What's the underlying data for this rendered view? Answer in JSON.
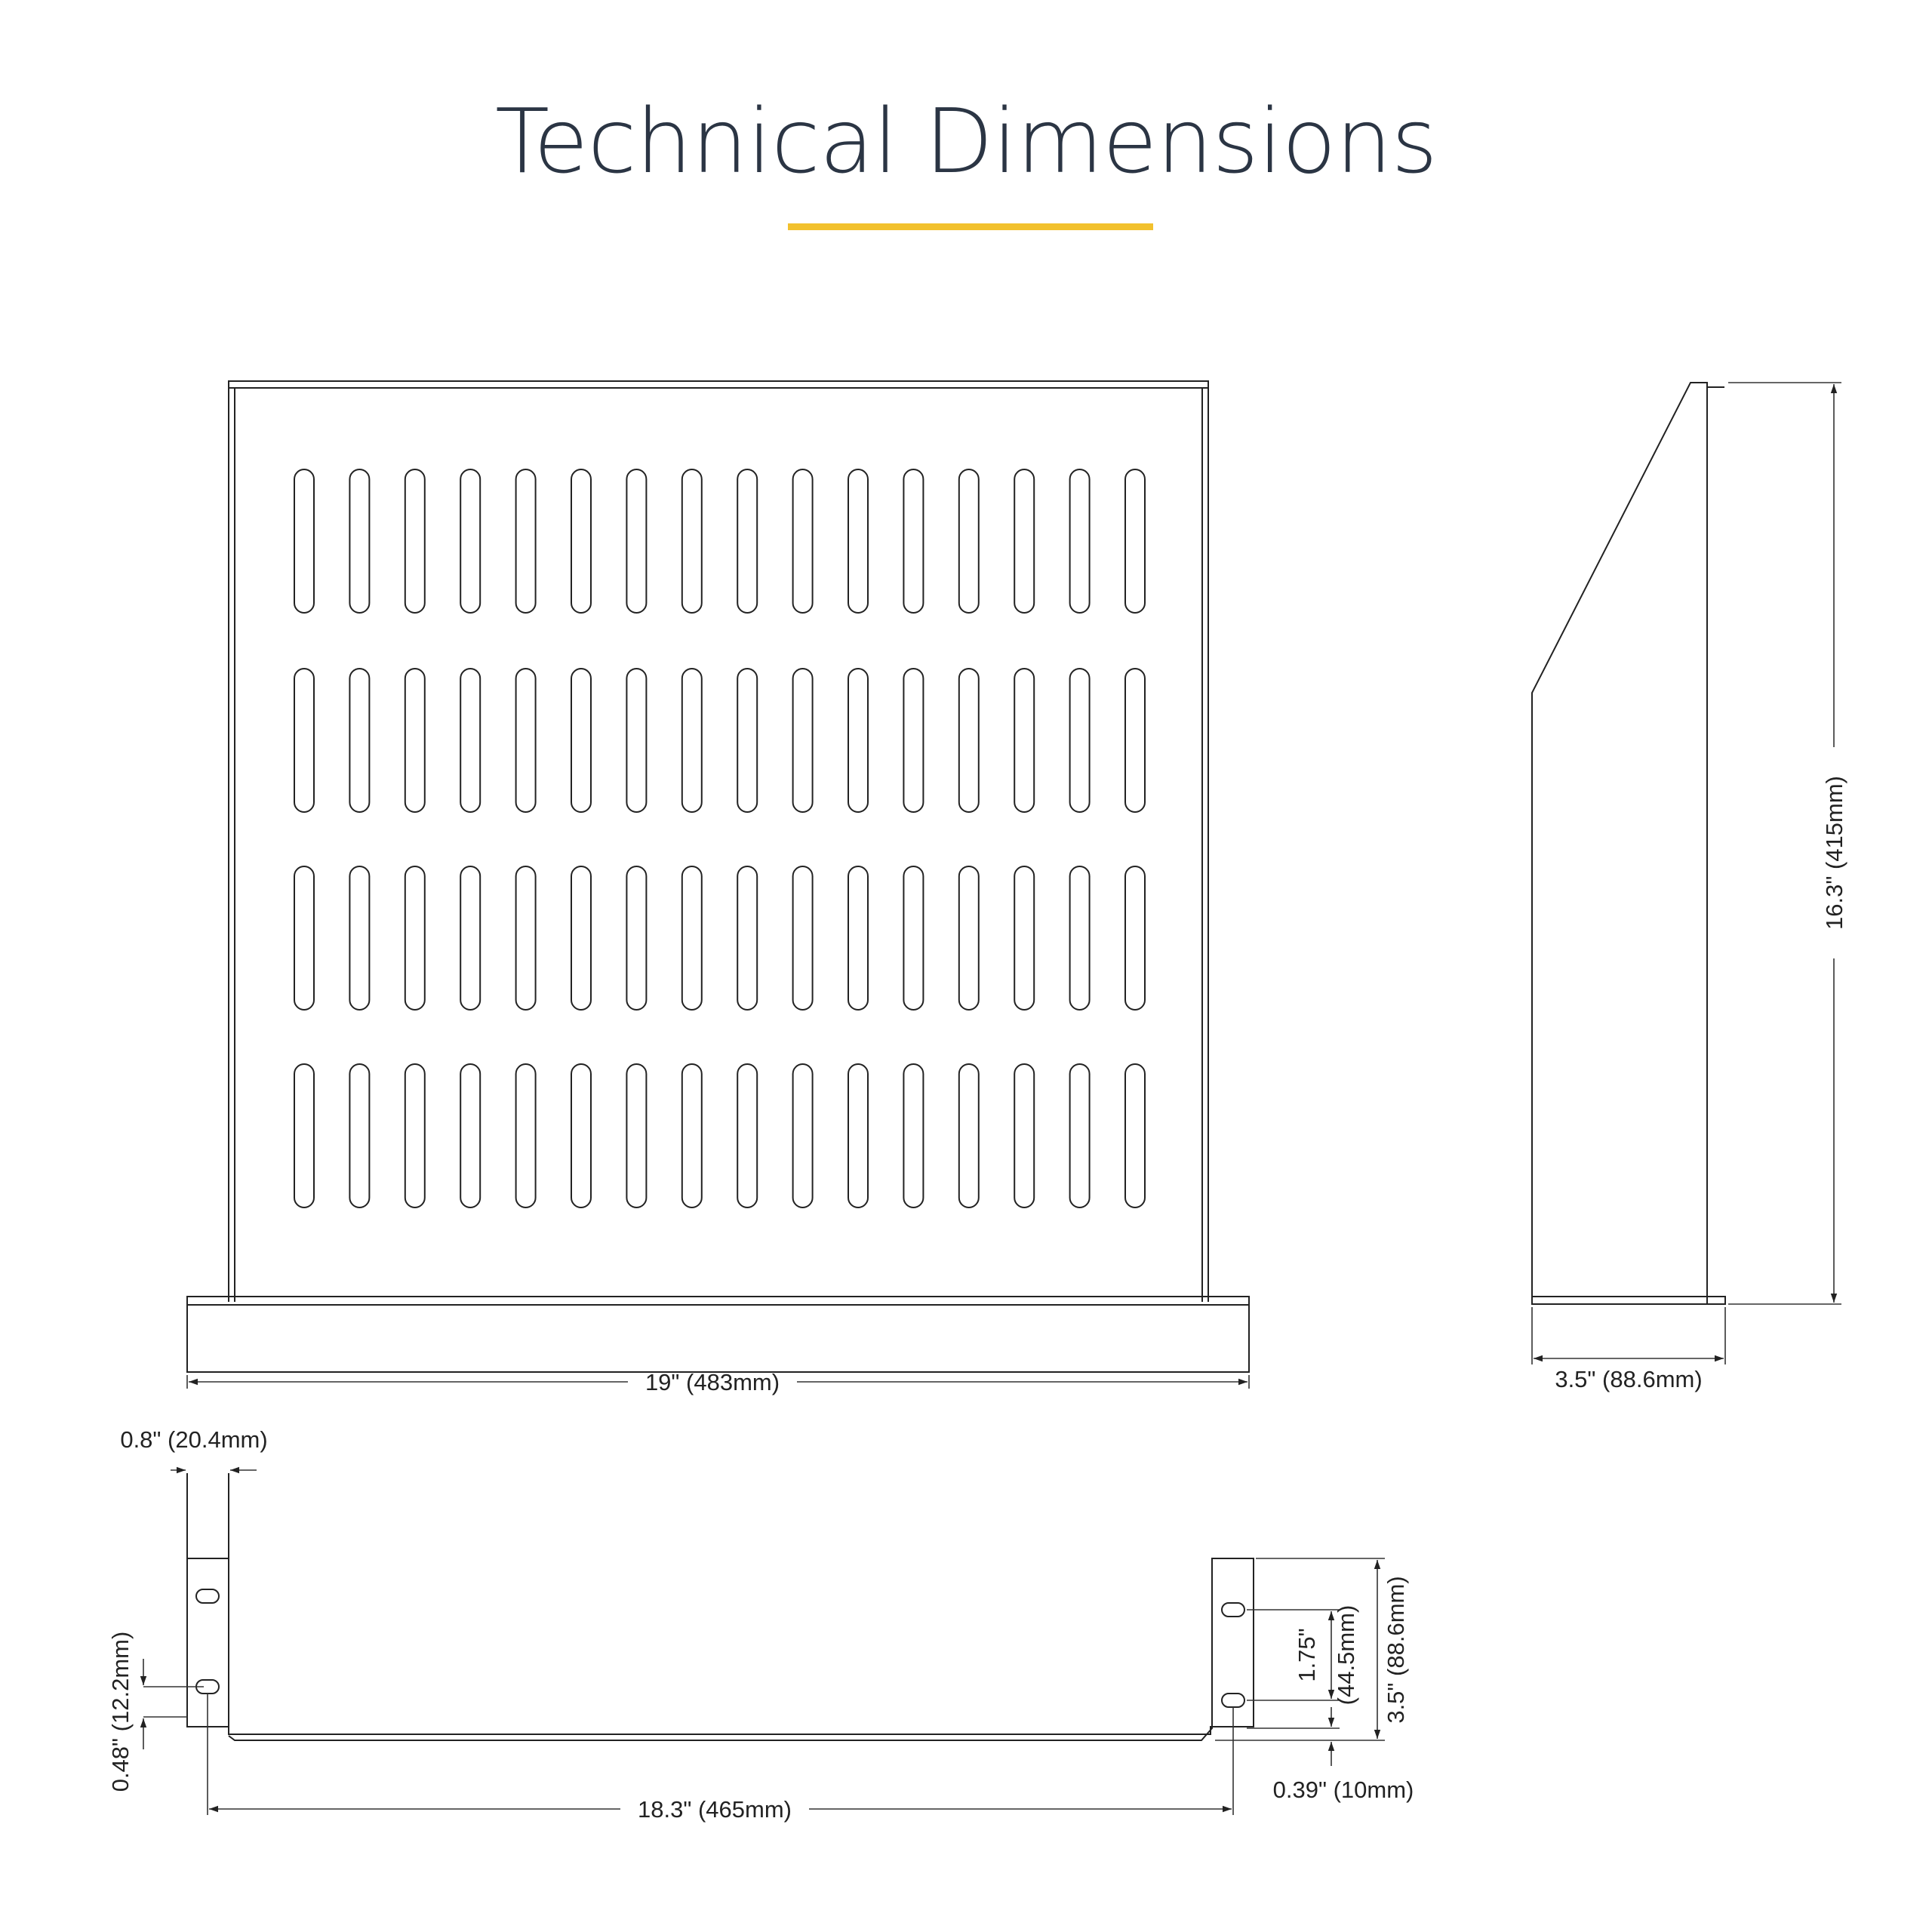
{
  "title": "Technical Dimensions",
  "colors": {
    "accent": "#f2c12e",
    "title": "#2b3544",
    "line": "#222222"
  },
  "front_view": {
    "slot_columns": 16,
    "slot_rows": 4
  },
  "dimensions": {
    "width": "19\" (483mm)",
    "depth": "16.3\" (415mm)",
    "side_height": "3.5\" (88.6mm)",
    "ear_width": "0.8\" (20.4mm)",
    "hole_offset": "0.48\" (12.2mm)",
    "hole_spacing": "18.3\" (465mm)",
    "hole_pitch": "1.75\"",
    "hole_pitch_mm": "(44.5mm)",
    "total_height": "3.5\" (88.6mm)",
    "bottom_offset": "0.39\" (10mm)"
  }
}
